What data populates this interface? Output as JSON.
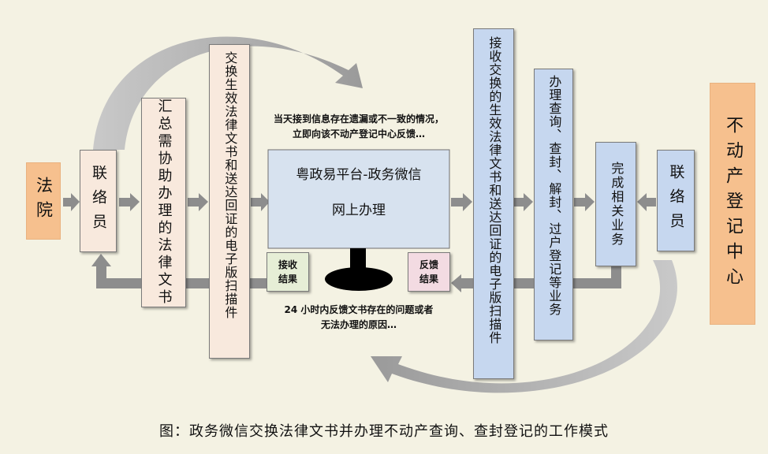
{
  "left": {
    "court": "法院",
    "liaison": "联络员",
    "summary": "汇总需协助办理的法律文书",
    "exchange": "交换生效法律文书和送达回证的电子版扫描件"
  },
  "center": {
    "platform_line1": "粤政易平台-政务微信",
    "platform_line2": "网上办理",
    "note_top": [
      "当天接到信息存在遗漏或不一致的情况，",
      "立即向该不动产登记中心反馈…"
    ],
    "note_bottom": [
      "24 小时内反馈文书存在的问题或者",
      "无法办理的原因…"
    ],
    "receive_label": [
      "接收",
      "结果"
    ],
    "feedback_label": [
      "反馈",
      "结果"
    ]
  },
  "right": {
    "receive_docs": "接收交换的生效法律文书和送达回证的电子版扫描件",
    "handle_business": "办理查询、查封、解封、过户登记等业务",
    "complete": "完成相关业务",
    "liaison": "联络员",
    "center": "不动产登记中心"
  },
  "caption": "图：政务微信交换法律文书并办理不动产查询、查封登记的工作模式",
  "colors": {
    "arrow": "#8d8d8d",
    "peach": "#f8e9dd",
    "orange": "#f6c08e",
    "blue": "#c6d7ef",
    "monitor": "#d7e2ef"
  }
}
